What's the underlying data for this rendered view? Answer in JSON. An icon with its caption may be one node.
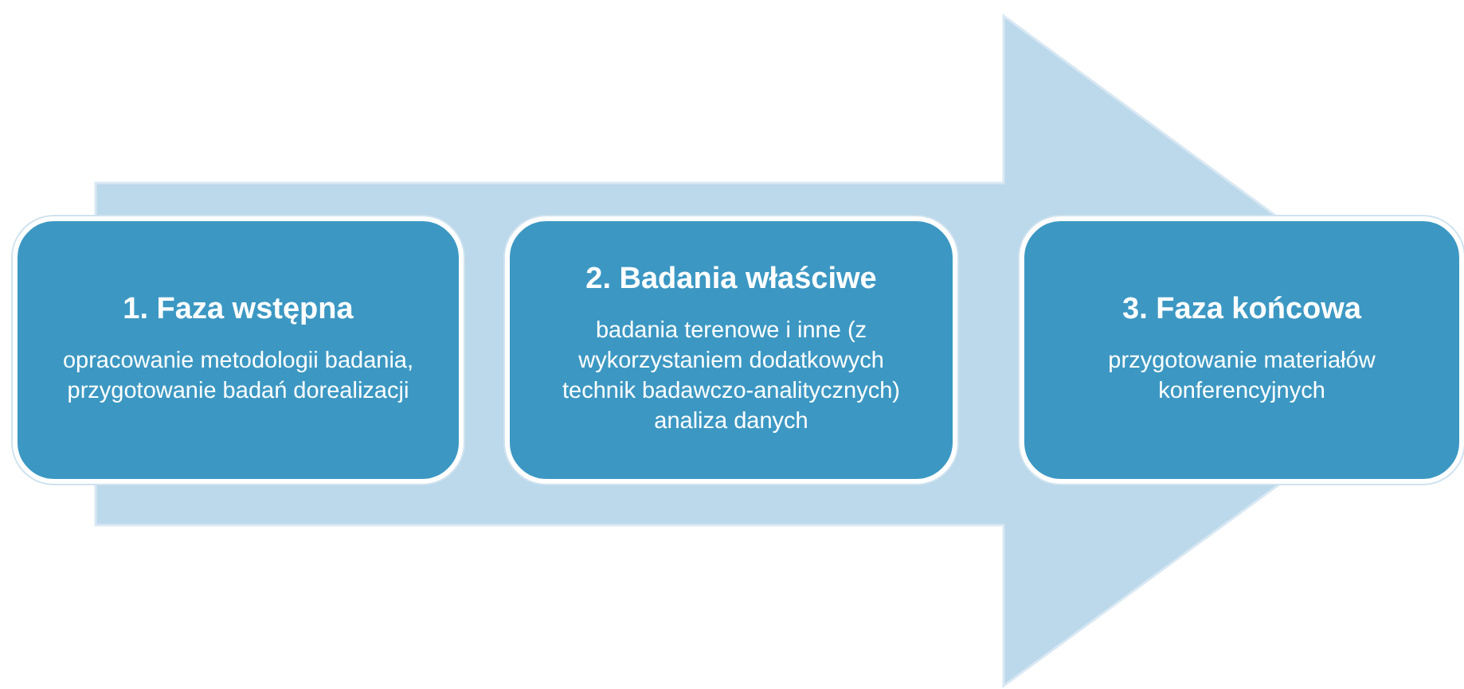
{
  "diagram": {
    "nodes": [
      {
        "text": [
          "1. Faza wstępna",
          "opracowanie metodologii badania, przygotowanie badań dorealizacji"
        ]
      },
      {
        "text": [
          "2. Badania właściwe",
          "badania terenowe i inne (z wykorzystaniem dodatkowych technik badawczo-analitycznych) analiza danych"
        ]
      },
      {
        "text": [
          "3. Faza końcowa",
          "przygotowanie materiałów konferencyjnych"
        ]
      }
    ],
    "edges": [
      {
        "from": 0,
        "to": 2,
        "arrow": "to"
      }
    ]
  }
}
